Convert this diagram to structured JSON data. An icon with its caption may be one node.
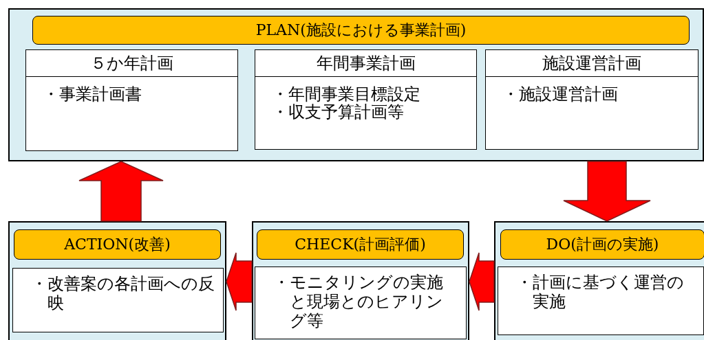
{
  "diagram": {
    "nodes": [
      {
        "text": [
          "PLAN(施設における事業計画)"
        ]
      },
      {
        "text": [
          "５か年計画",
          "・事業計画書"
        ],
        "in": 0
      },
      {
        "text": [
          "年間事業計画",
          "・年間事業目標設定",
          "・収支予算計画等"
        ],
        "in": 0
      },
      {
        "text": [
          "施設運営計画",
          "・施設運営計画"
        ],
        "in": 0
      },
      {
        "text": [
          "ACTION(改善)"
        ]
      },
      {
        "text": [
          "・改善案の各計画への反映"
        ],
        "in": 4
      },
      {
        "text": [
          "CHECK(計画評価)"
        ]
      },
      {
        "text": [
          "・モニタリングの実施と現場とのヒアリング等"
        ],
        "in": 6
      },
      {
        "text": [
          "DO(計画の実施)"
        ]
      },
      {
        "text": [
          "・計画に基づく運営の実施"
        ],
        "in": 8
      }
    ],
    "edges": [
      {
        "from": 0,
        "to": 8,
        "arrow": "to"
      },
      {
        "from": 8,
        "to": 6,
        "arrow": "to"
      },
      {
        "from": 6,
        "to": 4,
        "arrow": "to"
      },
      {
        "from": 4,
        "to": 0,
        "arrow": "to"
      }
    ]
  }
}
